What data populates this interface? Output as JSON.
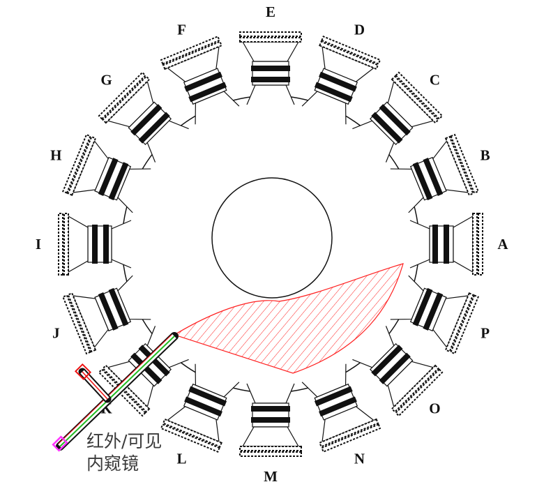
{
  "ports": [
    "A",
    "B",
    "C",
    "D",
    "E",
    "F",
    "G",
    "H",
    "I",
    "J",
    "K",
    "L",
    "M",
    "N",
    "O",
    "P"
  ],
  "caption": {
    "line1": "红外/可见",
    "line2": "内窥镜"
  },
  "colors": {
    "line": "#111111",
    "hatch": "#ff2020",
    "endoscope_green": "#22bb22",
    "endoscope_red": "#ee1111",
    "endoscope_tip": "#ff33ff"
  }
}
